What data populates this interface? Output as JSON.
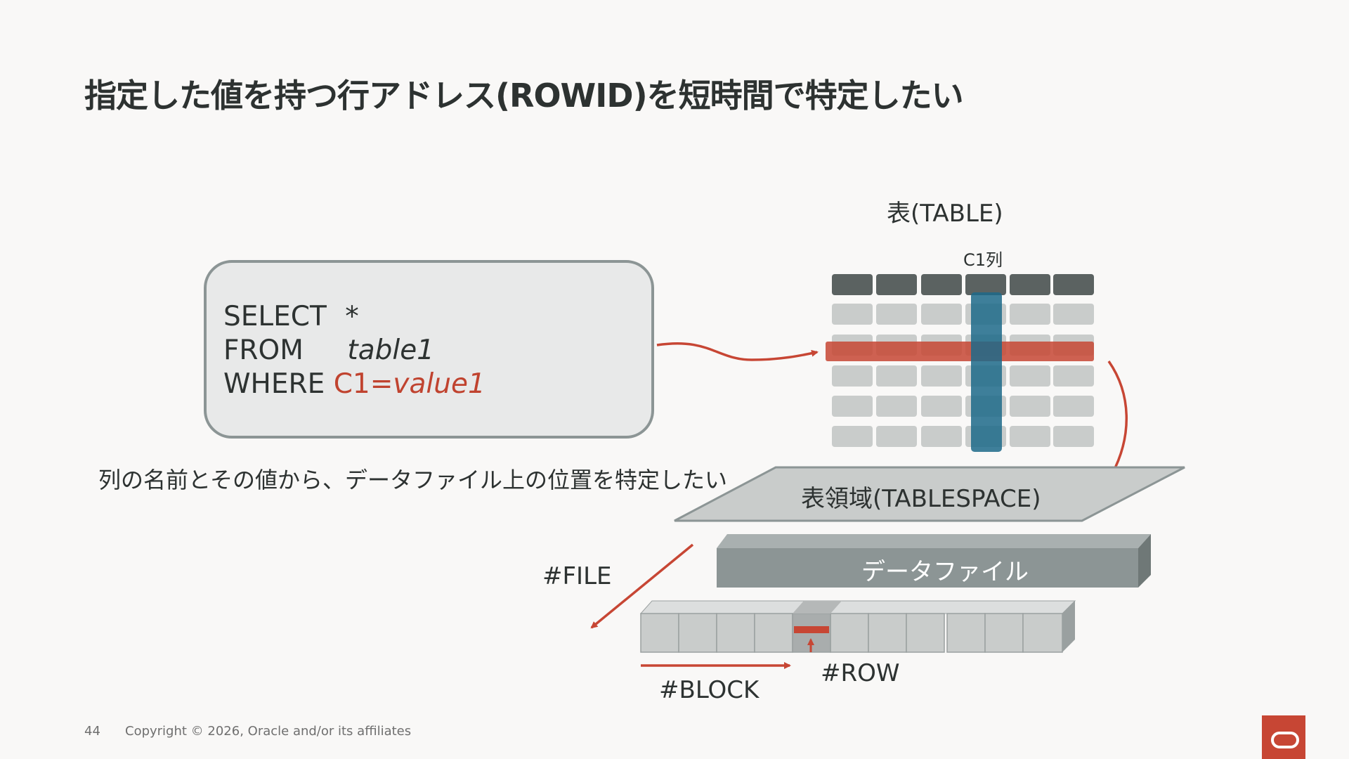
{
  "title": "指定した値を持つ行アドレス(ROWID)を短時間で特定したい",
  "sql": {
    "line1_kw": "SELECT",
    "line1_val": "*",
    "line2_kw": "FROM",
    "line2_val": "table1",
    "line3_kw": "WHERE",
    "line3_col": "C1=",
    "line3_val": "value1"
  },
  "caption": "列の名前とその値から、データファイル上の位置を特定したい",
  "table_label": "表(TABLE)",
  "column_label": "C1列",
  "tablespace_label": "表領域(TABLESPACE)",
  "datafile_label": "データファイル",
  "file_label": "#FILE",
  "row_label": "#ROW",
  "block_label": "#BLOCK",
  "footer": {
    "page_number": "44",
    "copyright": "Copyright © 2026, Oracle and/or its affiliates"
  },
  "colors": {
    "accent_red": "#c74634",
    "column_blue": "#1d6a8a",
    "header_gray": "#5b6261",
    "cell_gray": "#c9cccb"
  },
  "icons": [
    "oracle-logo-icon"
  ]
}
